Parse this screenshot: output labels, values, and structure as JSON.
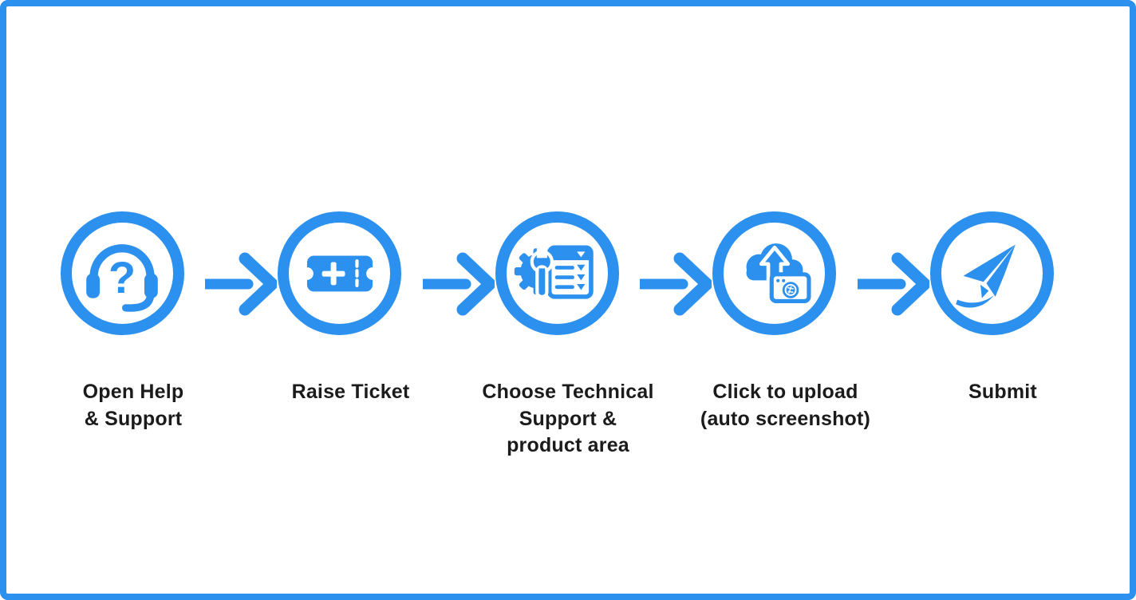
{
  "page": {
    "accent_color": "#2b90ee",
    "text_color": "#1b1b1b",
    "background_color": "#ffffff",
    "frame": "solid blue border around full image"
  },
  "flow": {
    "type": "horizontal-process-flow",
    "step_count": 5,
    "connector": "right-arrow",
    "steps": [
      {
        "label": "Open Help\n& Support",
        "icon": "headset-question-icon"
      },
      {
        "label": "Raise Ticket",
        "icon": "ticket-plus-icon"
      },
      {
        "label": "Choose Technical\nSupport &\nproduct area",
        "icon": "gear-wrench-checklist-icon"
      },
      {
        "label": "Click to upload\n(auto screenshot)",
        "icon": "cloud-upload-screenshot-icon"
      },
      {
        "label": "Submit",
        "icon": "paper-plane-icon"
      }
    ]
  }
}
